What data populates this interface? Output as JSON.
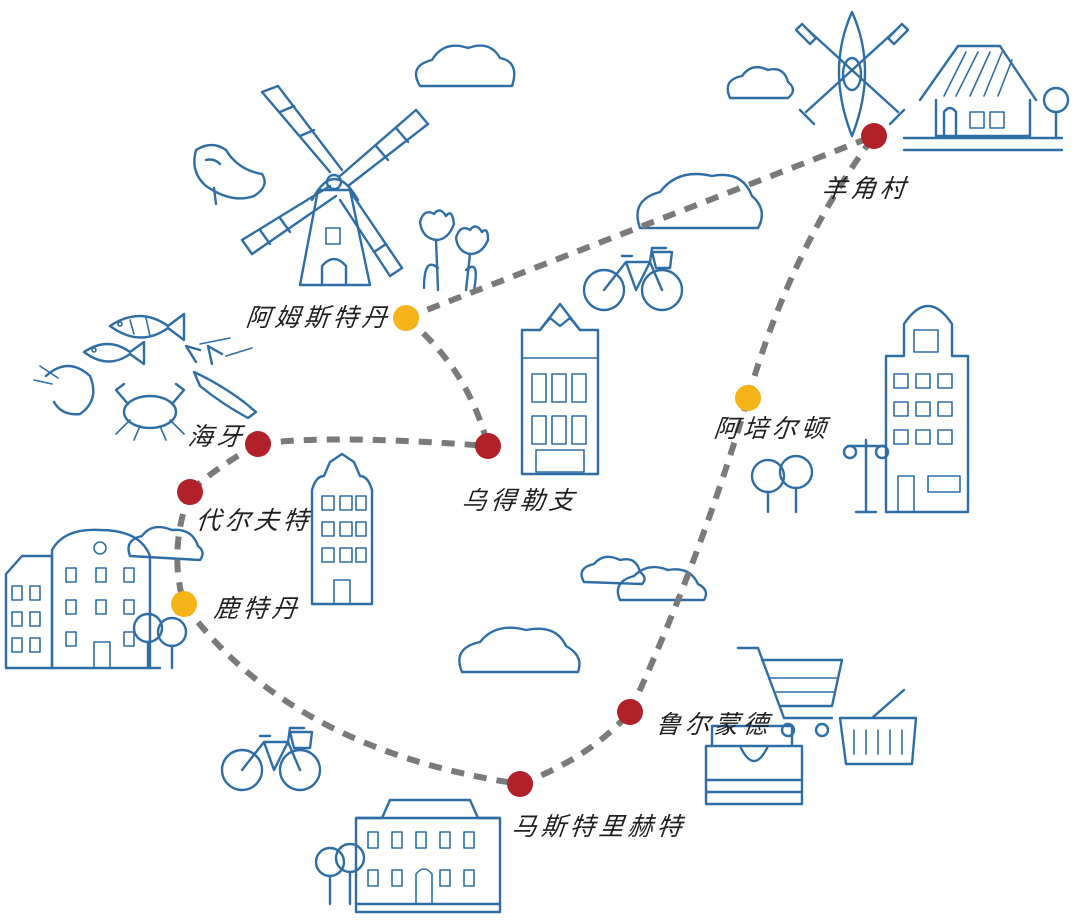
{
  "colors": {
    "line_art": "#2f6ea5",
    "route": "#7a7a7a",
    "stop_major": "#b2202a",
    "stop_minor": "#f5b417",
    "label": "#1f1f1f",
    "background": "#ffffff"
  },
  "cities": [
    {
      "id": "amsterdam",
      "name": "阿姆斯特丹",
      "marker": "minor"
    },
    {
      "id": "giethoorn",
      "name": "羊角村",
      "marker": "major"
    },
    {
      "id": "utrecht",
      "name": "乌得勒支",
      "marker": "major"
    },
    {
      "id": "the-hague",
      "name": "海牙",
      "marker": "major"
    },
    {
      "id": "delft",
      "name": "代尔夫特",
      "marker": "major"
    },
    {
      "id": "rotterdam",
      "name": "鹿特丹",
      "marker": "minor"
    },
    {
      "id": "apeldoorn",
      "name": "阿培尔顿",
      "marker": "minor"
    },
    {
      "id": "roermond",
      "name": "鲁尔蒙德",
      "marker": "major"
    },
    {
      "id": "maastricht",
      "name": "马斯特里赫特",
      "marker": "major"
    }
  ],
  "icons": [
    "windmill-icon",
    "clogs-icon",
    "tulips-icon",
    "kayak-icon",
    "farmhouse-icon",
    "bicycle-icon",
    "canal-house-icon",
    "fish-icon",
    "shrimp-icon",
    "crab-icon",
    "lobster-icon",
    "tree-icon",
    "street-lamp-icon",
    "shopping-cart-icon",
    "shopping-basket-icon",
    "shopping-bag-icon",
    "cloud-icon"
  ]
}
